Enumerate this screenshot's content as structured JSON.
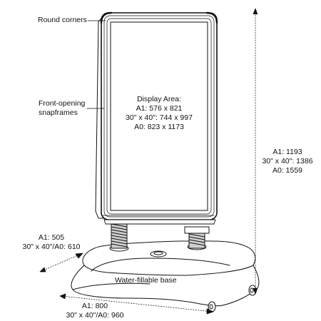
{
  "labels": {
    "round_corners": "Round corners",
    "snapframes": [
      "Front-opening",
      "snapframes"
    ],
    "display_area": [
      "Display Area:",
      "A1: 576 x 821",
      "30\" x 40\": 744 x 997",
      "A0: 823 x 1173"
    ],
    "height": [
      "A1: 1193",
      "30\" x 40\": 1386",
      "A0: 1559"
    ],
    "depth": [
      "A1: 505",
      "30\" x 40\"/A0: 610"
    ],
    "base": "Water-fillable base",
    "width": [
      "A1: 800",
      "30\" x 40\"/A0: 960"
    ]
  }
}
